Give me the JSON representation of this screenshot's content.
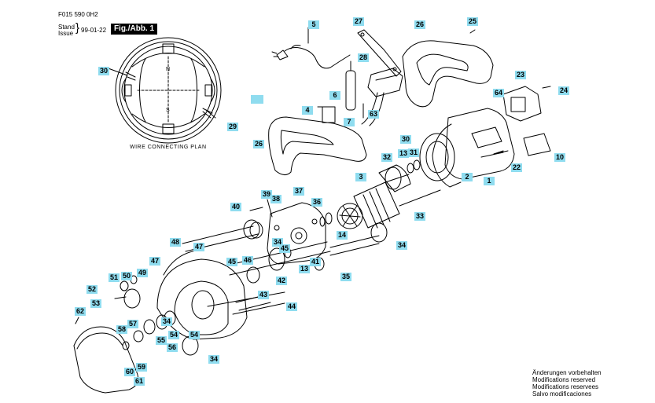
{
  "header": {
    "doc_number": "F015 590 0H2",
    "stand_label": "Stand",
    "issue_label": "Issue",
    "date": "99-01-22",
    "figure_tag": "Fig./Abb. 1"
  },
  "wiring_plan": {
    "caption": "WIRE CONNECTING PLAN",
    "pole_top": "N",
    "pole_bottom": "S",
    "callouts": [
      "30",
      "29"
    ]
  },
  "part_labels": [
    "1",
    "2",
    "3",
    "4",
    "5",
    "6",
    "7",
    "10",
    "13",
    "13",
    "14",
    "22",
    "23",
    "24",
    "25",
    "26",
    "26",
    "27",
    "28",
    "29",
    "30",
    "30",
    "31",
    "32",
    "33",
    "34",
    "34",
    "34",
    "34",
    "35",
    "36",
    "37",
    "38",
    "39",
    "40",
    "41",
    "42",
    "43",
    "44",
    "45",
    "45",
    "46",
    "47",
    "47",
    "48",
    "49",
    "50",
    "51",
    "52",
    "53",
    "54",
    "54",
    "55",
    "56",
    "57",
    "58",
    "59",
    "60",
    "61",
    "62",
    "63",
    "64"
  ],
  "footer": {
    "modifications": [
      "Änderungen vorbehalten",
      "Modifications reserved",
      "Modifications reservees",
      "Salvo modificaciones"
    ]
  },
  "colors": {
    "label_bg": "#8fdcef",
    "line": "#000000",
    "background": "#ffffff"
  }
}
